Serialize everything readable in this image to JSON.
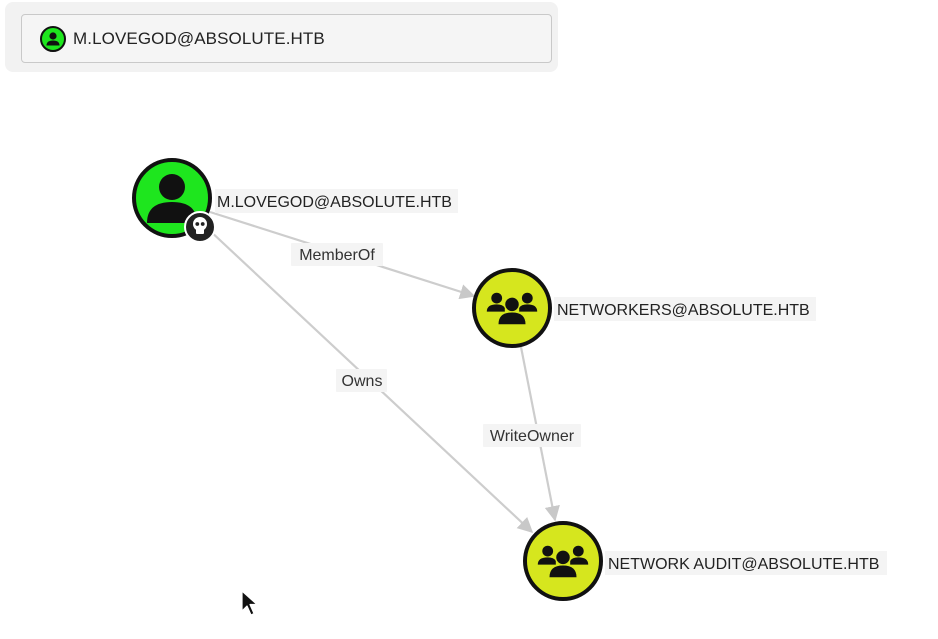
{
  "search": {
    "value": "M.LOVEGOD@ABSOLUTE.HTB",
    "icon": "user-icon"
  },
  "graph": {
    "nodes": [
      {
        "id": "user",
        "label": "M.LOVEGOD@ABSOLUTE.HTB",
        "kind": "user",
        "icon": "user-icon",
        "badge": "skull-icon",
        "color": "#1ee61e"
      },
      {
        "id": "networkers",
        "label": "NETWORKERS@ABSOLUTE.HTB",
        "kind": "group",
        "icon": "group-icon",
        "color": "#d6e61e"
      },
      {
        "id": "network_audit",
        "label": "NETWORK AUDIT@ABSOLUTE.HTB",
        "kind": "group",
        "icon": "group-icon",
        "color": "#d6e61e"
      }
    ],
    "edges": [
      {
        "from": "user",
        "to": "networkers",
        "label": "MemberOf"
      },
      {
        "from": "user",
        "to": "network_audit",
        "label": "Owns"
      },
      {
        "from": "networkers",
        "to": "network_audit",
        "label": "WriteOwner"
      }
    ]
  },
  "cursor": {
    "icon": "mouse-pointer-icon"
  }
}
